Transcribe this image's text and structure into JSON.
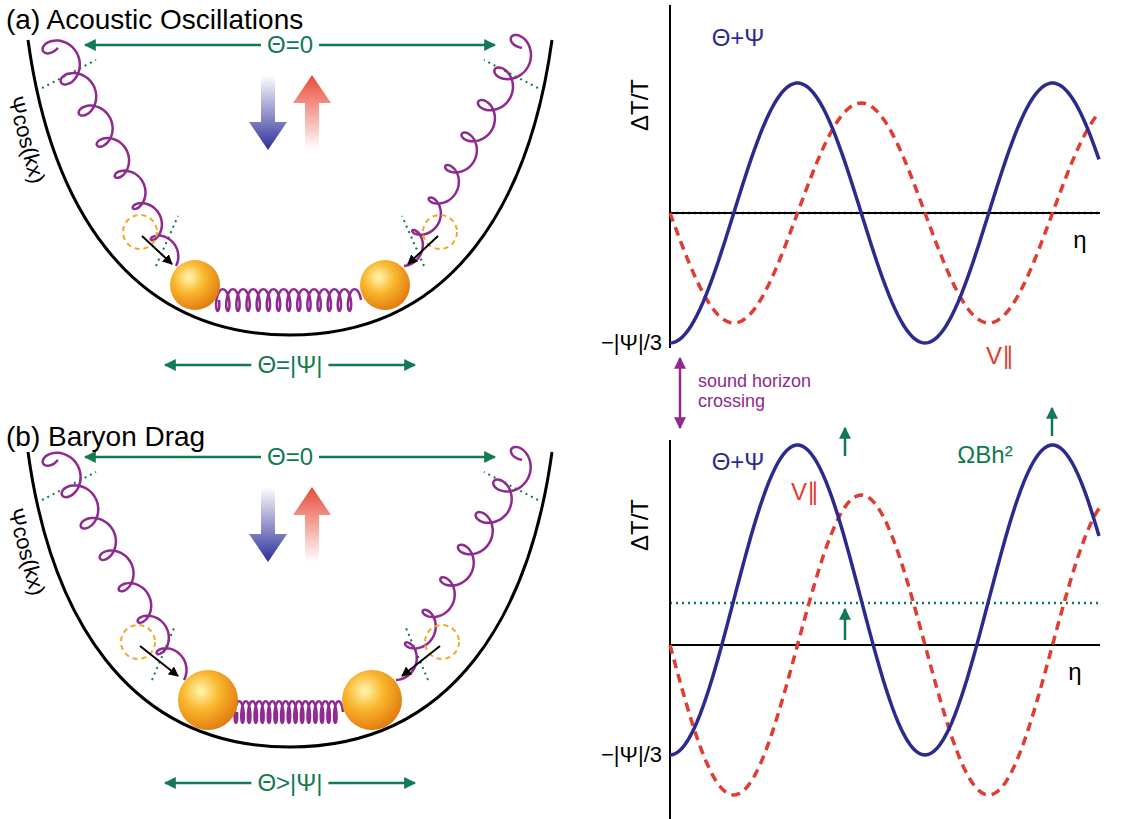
{
  "diagram": {
    "labels": [
      "(a) Acoustic Oscillations",
      "Θ=0",
      "Ψcos(kx)",
      "Θ=|Ψ|",
      "ΔT/T",
      "Θ+Ψ",
      "V∥",
      "η",
      "−|Ψ|/3",
      "sound horizon crossing",
      "(b) Baryon Drag",
      "Θ=0",
      "Ψcos(kx)",
      "Θ>|Ψ|",
      "ΔT/T",
      "Θ+Ψ",
      "V∥",
      "η",
      "ΩBh²",
      "−|Ψ|/3"
    ]
  }
}
